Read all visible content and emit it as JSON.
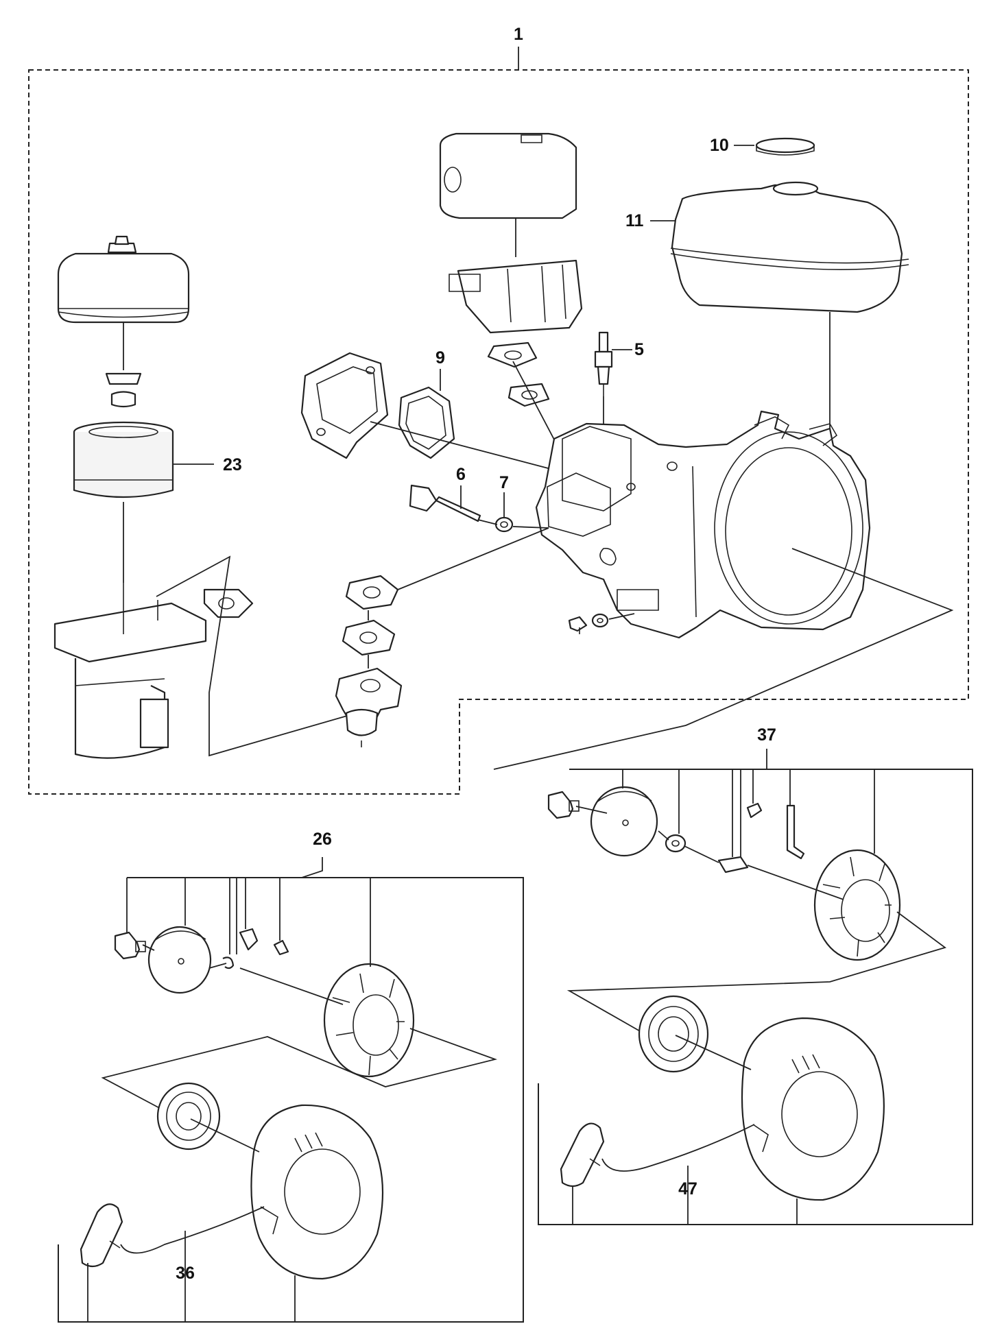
{
  "callouts": {
    "c1": "1",
    "c5": "5",
    "c6": "6",
    "c7": "7",
    "c9": "9",
    "c10": "10",
    "c11": "11",
    "c23": "23",
    "c26": "26",
    "c36": "36",
    "c37": "37",
    "c47": "47"
  }
}
